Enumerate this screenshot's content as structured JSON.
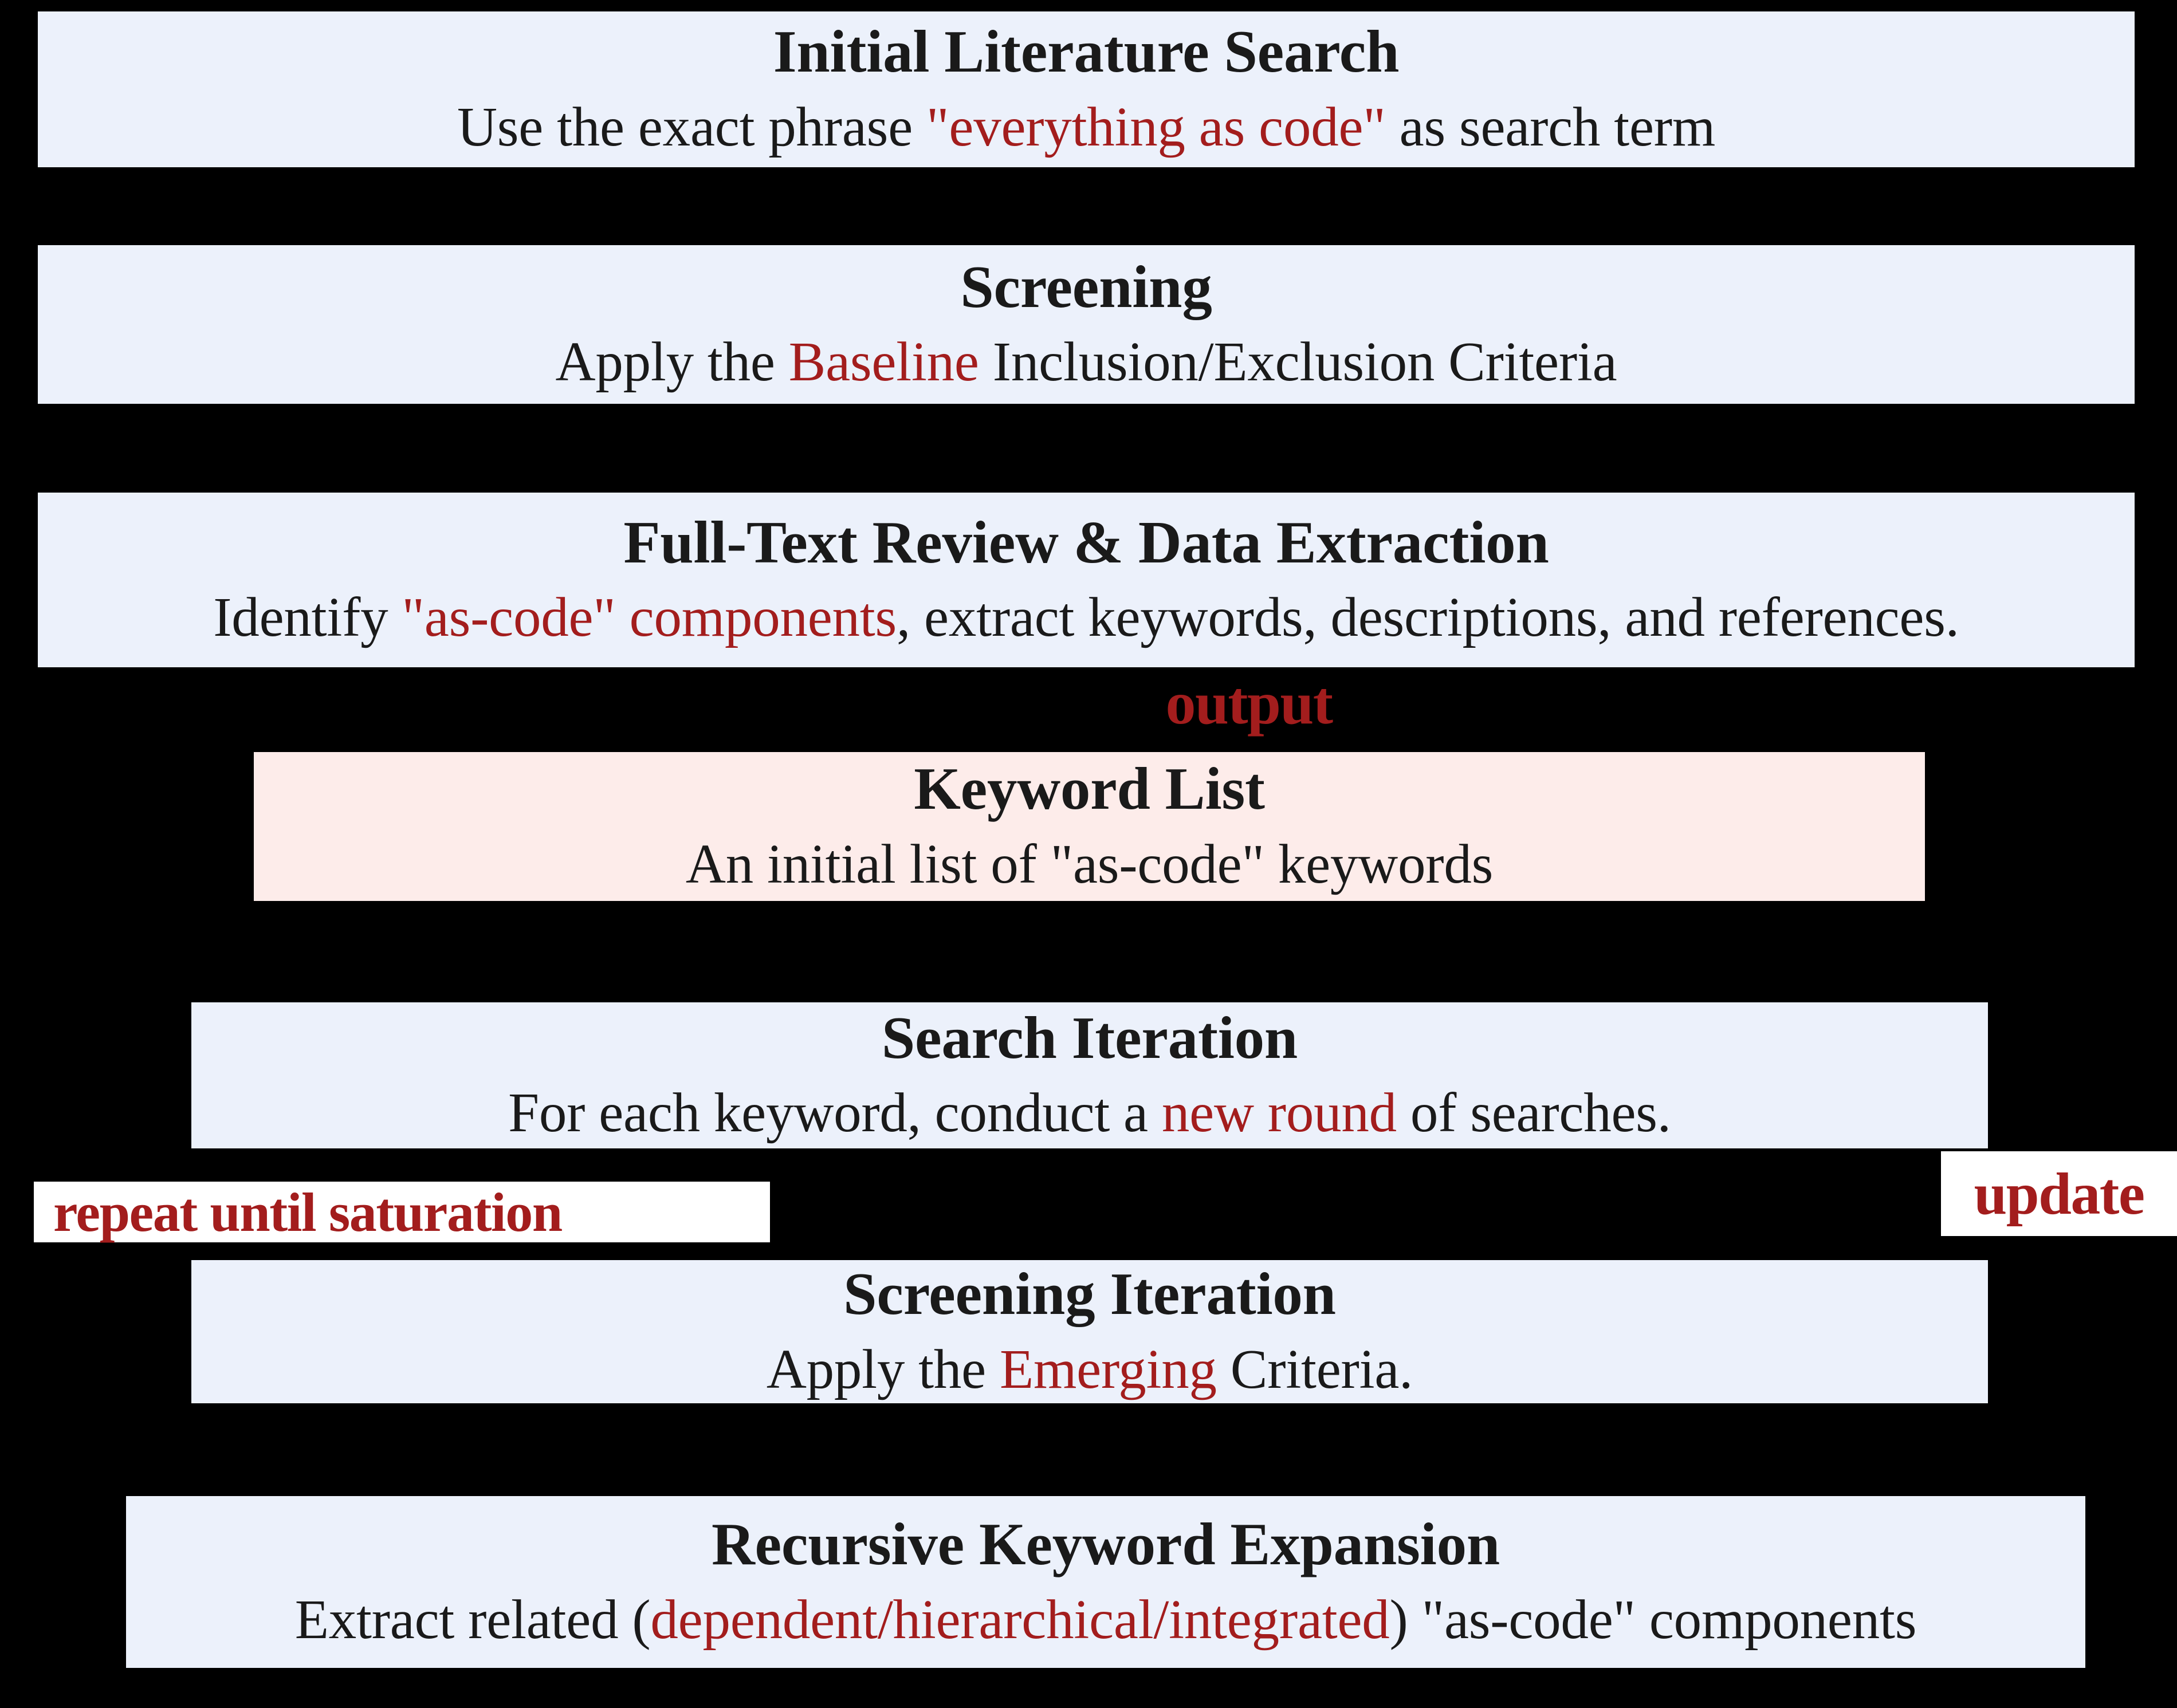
{
  "palette": {
    "background": "#000000",
    "step_fill": "#ECF1FB",
    "output_fill": "#FDECEA",
    "connector_label_fill": "#FFFFFF",
    "accent_red": "#A31D1D",
    "ink": "#1A1A1A"
  },
  "steps": {
    "initial_search": {
      "title": "Initial Literature Search",
      "pre": "Use the exact phrase ",
      "red": "\"everything as code\"",
      "post": " as search term"
    },
    "screening": {
      "title": "Screening",
      "pre": "Apply the ",
      "red": "Baseline",
      "post": " Inclusion/Exclusion Criteria"
    },
    "fulltext_review": {
      "title": "Full-Text Review & Data Extraction",
      "pre": "Identify ",
      "red": "\"as-code\" components",
      "post": ", extract keywords, descriptions, and references."
    },
    "keyword_list": {
      "title": "Keyword List",
      "pre": "An initial list of \"as-code\" keywords",
      "red": "",
      "post": ""
    },
    "search_iteration": {
      "title": "Search Iteration",
      "pre": "For each keyword, conduct a ",
      "red": "new round",
      "post": " of searches."
    },
    "screening_iteration": {
      "title": "Screening Iteration",
      "pre": "Apply the ",
      "red": "Emerging",
      "post": " Criteria."
    },
    "recursive_expansion": {
      "title": "Recursive Keyword Expansion",
      "pre": "Extract related (",
      "red": "dependent/hierarchical/integrated",
      "post": ") \"as-code\" components"
    }
  },
  "connectors": {
    "output": "output",
    "repeat": "repeat until saturation",
    "update": "update"
  }
}
